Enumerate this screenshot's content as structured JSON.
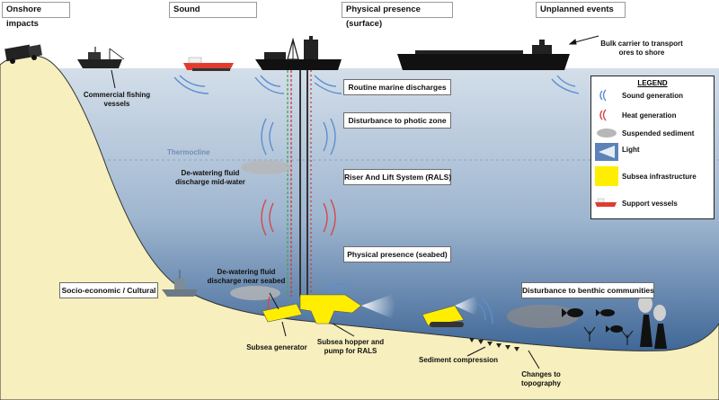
{
  "headers": {
    "onshore": "Onshore impacts",
    "sound": "Sound",
    "surface": "Physical presence (surface)",
    "unplanned": "Unplanned events"
  },
  "boxes": {
    "routine": "Routine marine discharges",
    "photic": "Disturbance to photic zone",
    "rals": "Riser And Lift System (RALS)",
    "seabed": "Physical presence (seabed)",
    "socio": "Socio-economic / Cultural",
    "benthic": "Disturbance to benthic communities"
  },
  "labels": {
    "fishing": "Commercial fishing vessels",
    "bulk": "Bulk carrier to transport ores to shore",
    "thermocline": "Thermocline",
    "dewater_mid": "De-watering fluid discharge mid-water",
    "dewater_seabed": "De-watering fluid discharge near seabed",
    "generator": "Subsea generator",
    "hopper": "Subsea hopper and pump for RALS",
    "compression": "Sediment compression",
    "topography": "Changes to topography"
  },
  "legend": {
    "title": "LEGEND",
    "items": {
      "sound": "Sound generation",
      "heat": "Heat generation",
      "sediment": "Suspended sediment",
      "light": "Light",
      "infrastructure": "Subsea infrastructure",
      "vessels": "Support vessels"
    }
  },
  "colors": {
    "sky": "#ffffff",
    "water_top": "#cfdbe7",
    "water_bottom": "#1f4f86",
    "land": "#f7efbd",
    "sound": "#5b8fd0",
    "heat": "#d24a4a",
    "infrastructure": "#ffee00",
    "vessel_red": "#e13b2f"
  }
}
